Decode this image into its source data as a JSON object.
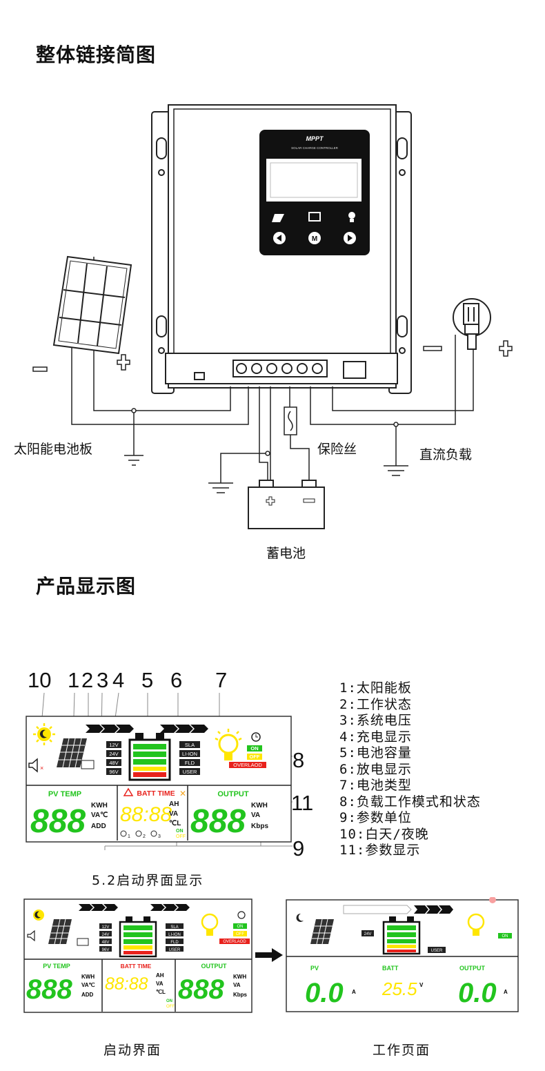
{
  "sections": {
    "wiring_title": "整体链接简图",
    "display_title": "产品显示图"
  },
  "wiring": {
    "controller_brand": "MPPT",
    "controller_subtitle": "SOLAR CHARGE CONTROLLER",
    "solar_panel_label": "太阳能电池板",
    "fuse_label": "保险丝",
    "dc_load_label": "直流负载",
    "battery_label": "蓄电池"
  },
  "callout_numbers": [
    "10",
    "1",
    "2",
    "3",
    "4",
    "5",
    "6",
    "7",
    "8",
    "9",
    "11"
  ],
  "legend": [
    "1:太阳能板",
    "2:工作状态",
    "3:系统电压",
    "4:充电显示",
    "5:电池容量",
    "6:放电显示",
    "7:电池类型",
    "8:负载工作模式和状态",
    "9:参数单位",
    "10:白天/夜晚",
    "11:参数显示"
  ],
  "lcd": {
    "voltages": [
      "12V",
      "24V",
      "48V",
      "96V"
    ],
    "battery_types": [
      "SLA",
      "LI-ION",
      "FLD",
      "USER"
    ],
    "load_states": [
      "ON",
      "OFF",
      "OVERLAOD"
    ],
    "pv_temp_label": "PV TEMP",
    "batt_time_label": "BATT TIME",
    "output_label": "OUTPUT",
    "big_digits": "888",
    "batt_digits": "88:88",
    "units_left": [
      "KWH",
      "VA℃",
      "ADD"
    ],
    "units_mid": [
      "AH",
      "VA",
      "℃L"
    ],
    "units_right": [
      "KWH",
      "VA",
      "Kbps"
    ],
    "timers": [
      "1",
      "2",
      "3"
    ],
    "on_off": [
      "ON",
      "OFF"
    ]
  },
  "startup_caption": "5.2启动界面显示",
  "work_page": {
    "system_voltage": "24V",
    "battery_type": "USER",
    "load_state": "ON",
    "pv_label": "PV",
    "pv_value": "0.0",
    "pv_unit": "A",
    "batt_label": "BATT",
    "batt_value": "25.5",
    "batt_unit": "V",
    "output_label": "OUTPUT",
    "output_value": "0.0",
    "output_unit": "A"
  },
  "bottom_captions": {
    "startup": "启动界面",
    "work": "工作页面"
  },
  "colors": {
    "lcd_green": "#22c41e",
    "lcd_yellow": "#ffe600",
    "lcd_red": "#e8211c",
    "lcd_orange": "#f5a623"
  }
}
